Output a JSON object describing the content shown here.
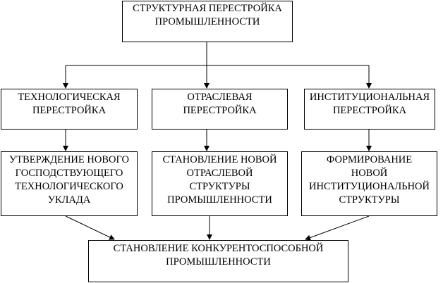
{
  "diagram": {
    "top": {
      "lines": [
        "СТРУКТУРНАЯ ПЕРЕСТРОЙКА",
        "ПРОМЫШЛЕННОСТИ"
      ]
    },
    "level2": [
      {
        "lines": [
          "ТЕХНОЛОГИЧЕСКАЯ",
          "ПЕРЕСТРОЙКА"
        ]
      },
      {
        "lines": [
          "ОТРАСЛЕВАЯ",
          "ПЕРЕСТРОЙКА"
        ]
      },
      {
        "lines": [
          "ИНСТИТУЦИОНАЛЬНАЯ",
          "ПЕРЕСТРОЙКА"
        ]
      }
    ],
    "level3": [
      {
        "lines": [
          "УТВЕРЖДЕНИЕ НОВОГО",
          "ГОСПОДСТВУЮЩЕГО",
          "ТЕХНОЛОГИЧЕСКОГО",
          "УКЛАДА"
        ]
      },
      {
        "lines": [
          "СТАНОВЛЕНИЕ НОВОЙ",
          "ОТРАСЛЕВОЙ",
          "СТРУКТУРЫ",
          "ПРОМЫШЛЕННОСТИ"
        ]
      },
      {
        "lines": [
          "ФОРМИРОВАНИЕ",
          "НОВОЙ",
          "ИНСТИТУЦИОНАЛЬНОЙ",
          "СТРУКТУРЫ"
        ]
      }
    ],
    "bottom": {
      "lines": [
        "СТАНОВЛЕНИЕ КОНКУРЕНТОСПОСОБНОЙ",
        "ПРОМЫШЛЕННОСТИ"
      ]
    }
  }
}
